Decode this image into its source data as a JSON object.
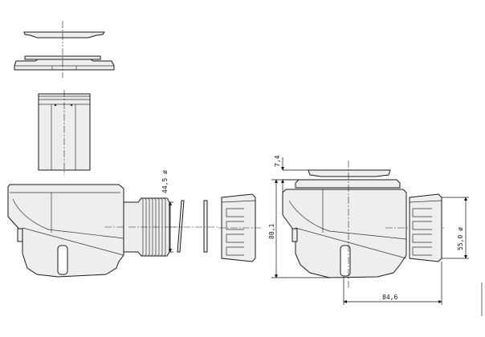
{
  "dimensions": {
    "cap_height": "7,4",
    "pipe_outer_dia": "44,5 ø",
    "body_height": "80,1",
    "nut_dia": "55,0 ø",
    "outlet_length": "84,6"
  },
  "colors": {
    "line": "#1a1a1a",
    "shade": "#eeeeee",
    "background": "#ffffff"
  }
}
